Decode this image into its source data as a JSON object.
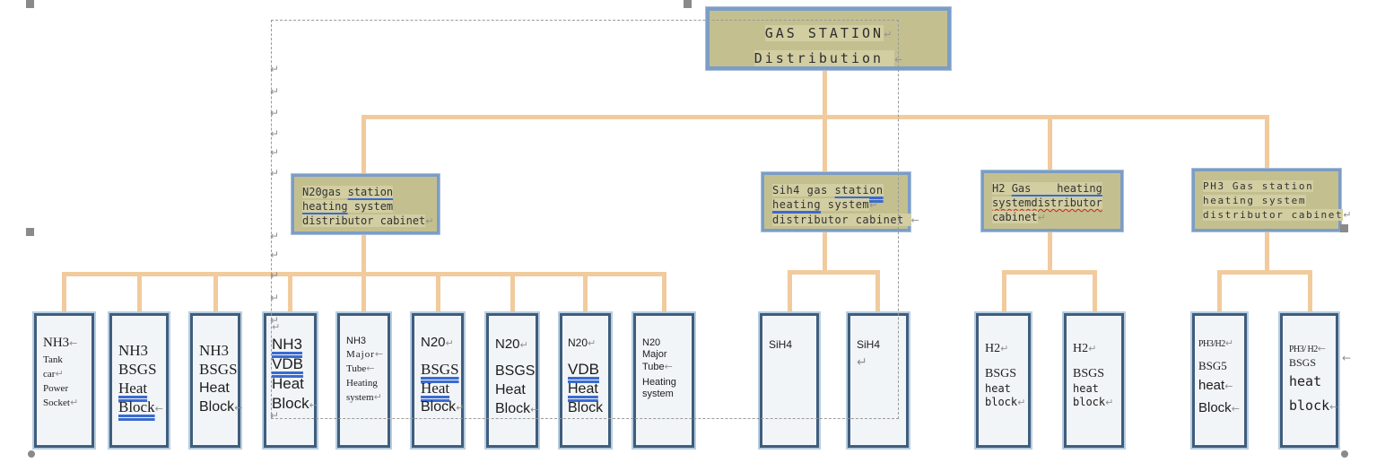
{
  "diagram_title": "GAS STATION Distribution",
  "root": {
    "line1": "GAS STATION",
    "mark1": "↵",
    "line2": "Distribution ",
    "mark2": "←"
  },
  "distributors": [
    {
      "id": "n2o-distributor",
      "l1a": "N20gas ",
      "l1b": "station",
      "l2a": "heating",
      "l2b": " system",
      "l3": "distributor cabinet",
      "m3": "↵"
    },
    {
      "id": "sih4-distributor",
      "l1a": "Sih4 gas ",
      "l1b": "station",
      "l2a": "heating",
      "l2b": " system",
      "m2": "↵",
      "l3": "distributor cabinet ",
      "m3": "←"
    },
    {
      "id": "h2-distributor",
      "l1a": "H2 ",
      "l1b": "Gas    heating",
      "l2": "systemdistributor",
      "l3": "cabinet",
      "m3": "↵"
    },
    {
      "id": "ph3-distributor",
      "l1": "PH3 Gas station",
      "l2": "heating system",
      "l3": "distributor cabinet",
      "m3": "↵"
    }
  ],
  "leaves": [
    {
      "id": "nh3-tank-car-power-socket",
      "lines": [
        {
          "text": "NH3",
          "mark": "←"
        },
        {
          "text": "Tank"
        },
        {
          "text": "car",
          "mark": "↵"
        },
        {
          "text": "Power"
        },
        {
          "text": "Socket",
          "mark": "↵"
        }
      ]
    },
    {
      "id": "nh3-bsgs-heat-block-1",
      "lines": [
        {
          "text": "NH3"
        },
        {
          "text": "BSGS"
        },
        {
          "text": "Heat"
        },
        {
          "text": "Block",
          "mark": "←"
        }
      ]
    },
    {
      "id": "nh3-bsgs-heat-block-2",
      "lines": [
        {
          "text": "NH3"
        },
        {
          "text": "BSGS"
        },
        {
          "text": "Heat"
        },
        {
          "text": "Block",
          "mark": "←"
        }
      ]
    },
    {
      "id": "nh3-vdb-heat-block",
      "lines": [
        {
          "mark": "↵"
        },
        {
          "text": "NH3"
        },
        {
          "text": "VDB"
        },
        {
          "text": "Heat"
        },
        {
          "text": "Block",
          "mark": "←"
        }
      ]
    },
    {
      "id": "nh3-major-tube-heating-system",
      "lines": [
        {
          "text": "NH3"
        },
        {
          "text": "Major",
          "mark": "←"
        },
        {
          "text": "Tube",
          "mark": "←"
        },
        {
          "text": "Heating"
        },
        {
          "text": "system",
          "mark": "↵"
        }
      ]
    },
    {
      "id": "n2o-bsgs-heat-block-1",
      "lines": [
        {
          "text": "N20",
          "mark": "↵"
        },
        {
          "text": "BSGS"
        },
        {
          "text": "Heat"
        },
        {
          "text": "Block",
          "mark": "↵"
        }
      ]
    },
    {
      "id": "n2o-bsgs-heat-block-2",
      "lines": [
        {
          "text": "N20",
          "mark": "↵"
        },
        {
          "text": "BSGS"
        },
        {
          "text": "Heat"
        },
        {
          "text": "Block",
          "mark": "←"
        }
      ]
    },
    {
      "id": "n2o-vdb-heat-block",
      "lines": [
        {
          "text": "N20",
          "mark": "↵"
        },
        {
          "text": "VDB"
        },
        {
          "text": "Heat"
        },
        {
          "text": "Block"
        }
      ]
    },
    {
      "id": "n2o-major-tube-heating-system",
      "lines": [
        {
          "text": "N20"
        },
        {
          "text": "Major"
        },
        {
          "text": "Tube",
          "mark": "←"
        },
        {
          "text": "Heating"
        },
        {
          "text": "system"
        }
      ]
    },
    {
      "id": "sih4-1",
      "lines": [
        {
          "text": "SiH4"
        }
      ]
    },
    {
      "id": "sih4-2",
      "lines": [
        {
          "text": "SiH4"
        },
        {
          "mark": "↵"
        }
      ]
    },
    {
      "id": "h2-bsgs-heat-block-1",
      "lines": [
        {
          "text": "H2",
          "mark": "↵"
        },
        {
          "text": "BSGS"
        },
        {
          "text": "heat"
        },
        {
          "text": "block",
          "mark": "↵"
        }
      ]
    },
    {
      "id": "h2-bsgs-heat-block-2",
      "lines": [
        {
          "text": "H2",
          "mark": "↵"
        },
        {
          "text": "BSGS"
        },
        {
          "text": "heat"
        },
        {
          "text": "block",
          "mark": "↵"
        }
      ]
    },
    {
      "id": "ph3-h2-bsgs-heat-block-1",
      "lines": [
        {
          "text": "PH3/H2",
          "mark": "↵"
        },
        {
          "text": "BSG5"
        },
        {
          "text": "heat",
          "mark": "←"
        },
        {
          "text": "Block",
          "mark": "←"
        }
      ]
    },
    {
      "id": "ph3-h2-bsgs-heat-block-2",
      "lines": [
        {
          "text": "PH3/ H2",
          "mark": "←"
        },
        {
          "text": "BSGS"
        },
        {
          "text": "heat"
        },
        {
          "text": "block",
          "mark": "←"
        }
      ]
    }
  ],
  "marks": {
    "line_break_glyph": "↵",
    "left_arrow_glyph": "←"
  },
  "colors": {
    "connector_orange": "#f1cb9d",
    "box_fill_khaki": "#c4bf8f",
    "box_text_highlight": "#d2cea2",
    "box_border_blue": "#7b9dc7",
    "leaf_fill": "#f2f5f8",
    "leaf_border_slate": "#3f5d7d",
    "underline_blue": "#3a6bd0",
    "squiggle_red": "#cc2222",
    "mark_gray": "#8f8f8f",
    "selection_dash_gray": "#9a9a9a"
  }
}
